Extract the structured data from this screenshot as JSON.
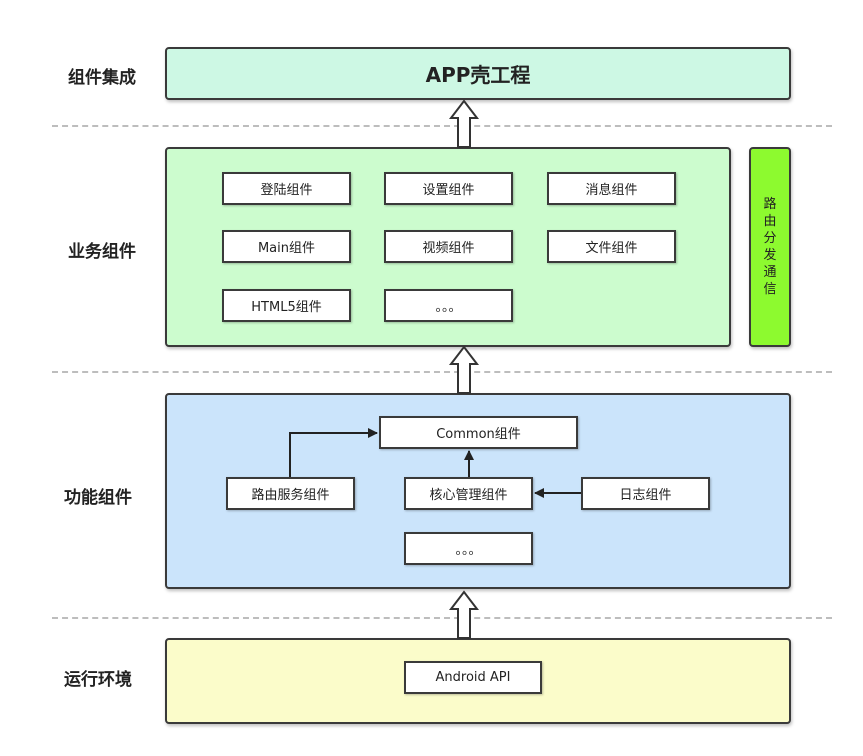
{
  "layers": {
    "integration": {
      "label": "组件集成",
      "title": "APP壳工程",
      "color": "#cdf8e4"
    },
    "business": {
      "label": "业务组件",
      "color": "#ccfcce",
      "items": [
        "登陆组件",
        "设置组件",
        "消息组件",
        "Main组件",
        "视频组件",
        "文件组件",
        "HTML5组件",
        "。。。"
      ]
    },
    "routing_side": {
      "text": "路由分发通信",
      "color": "#8dfa2f"
    },
    "functional": {
      "label": "功能组件",
      "color": "#cbe4fb",
      "common": "Common组件",
      "router": "路由服务组件",
      "core": "核心管理组件",
      "log": "日志组件",
      "more": "。。。"
    },
    "runtime": {
      "label": "运行环境",
      "color": "#fbfcca",
      "api": "Android API"
    }
  }
}
